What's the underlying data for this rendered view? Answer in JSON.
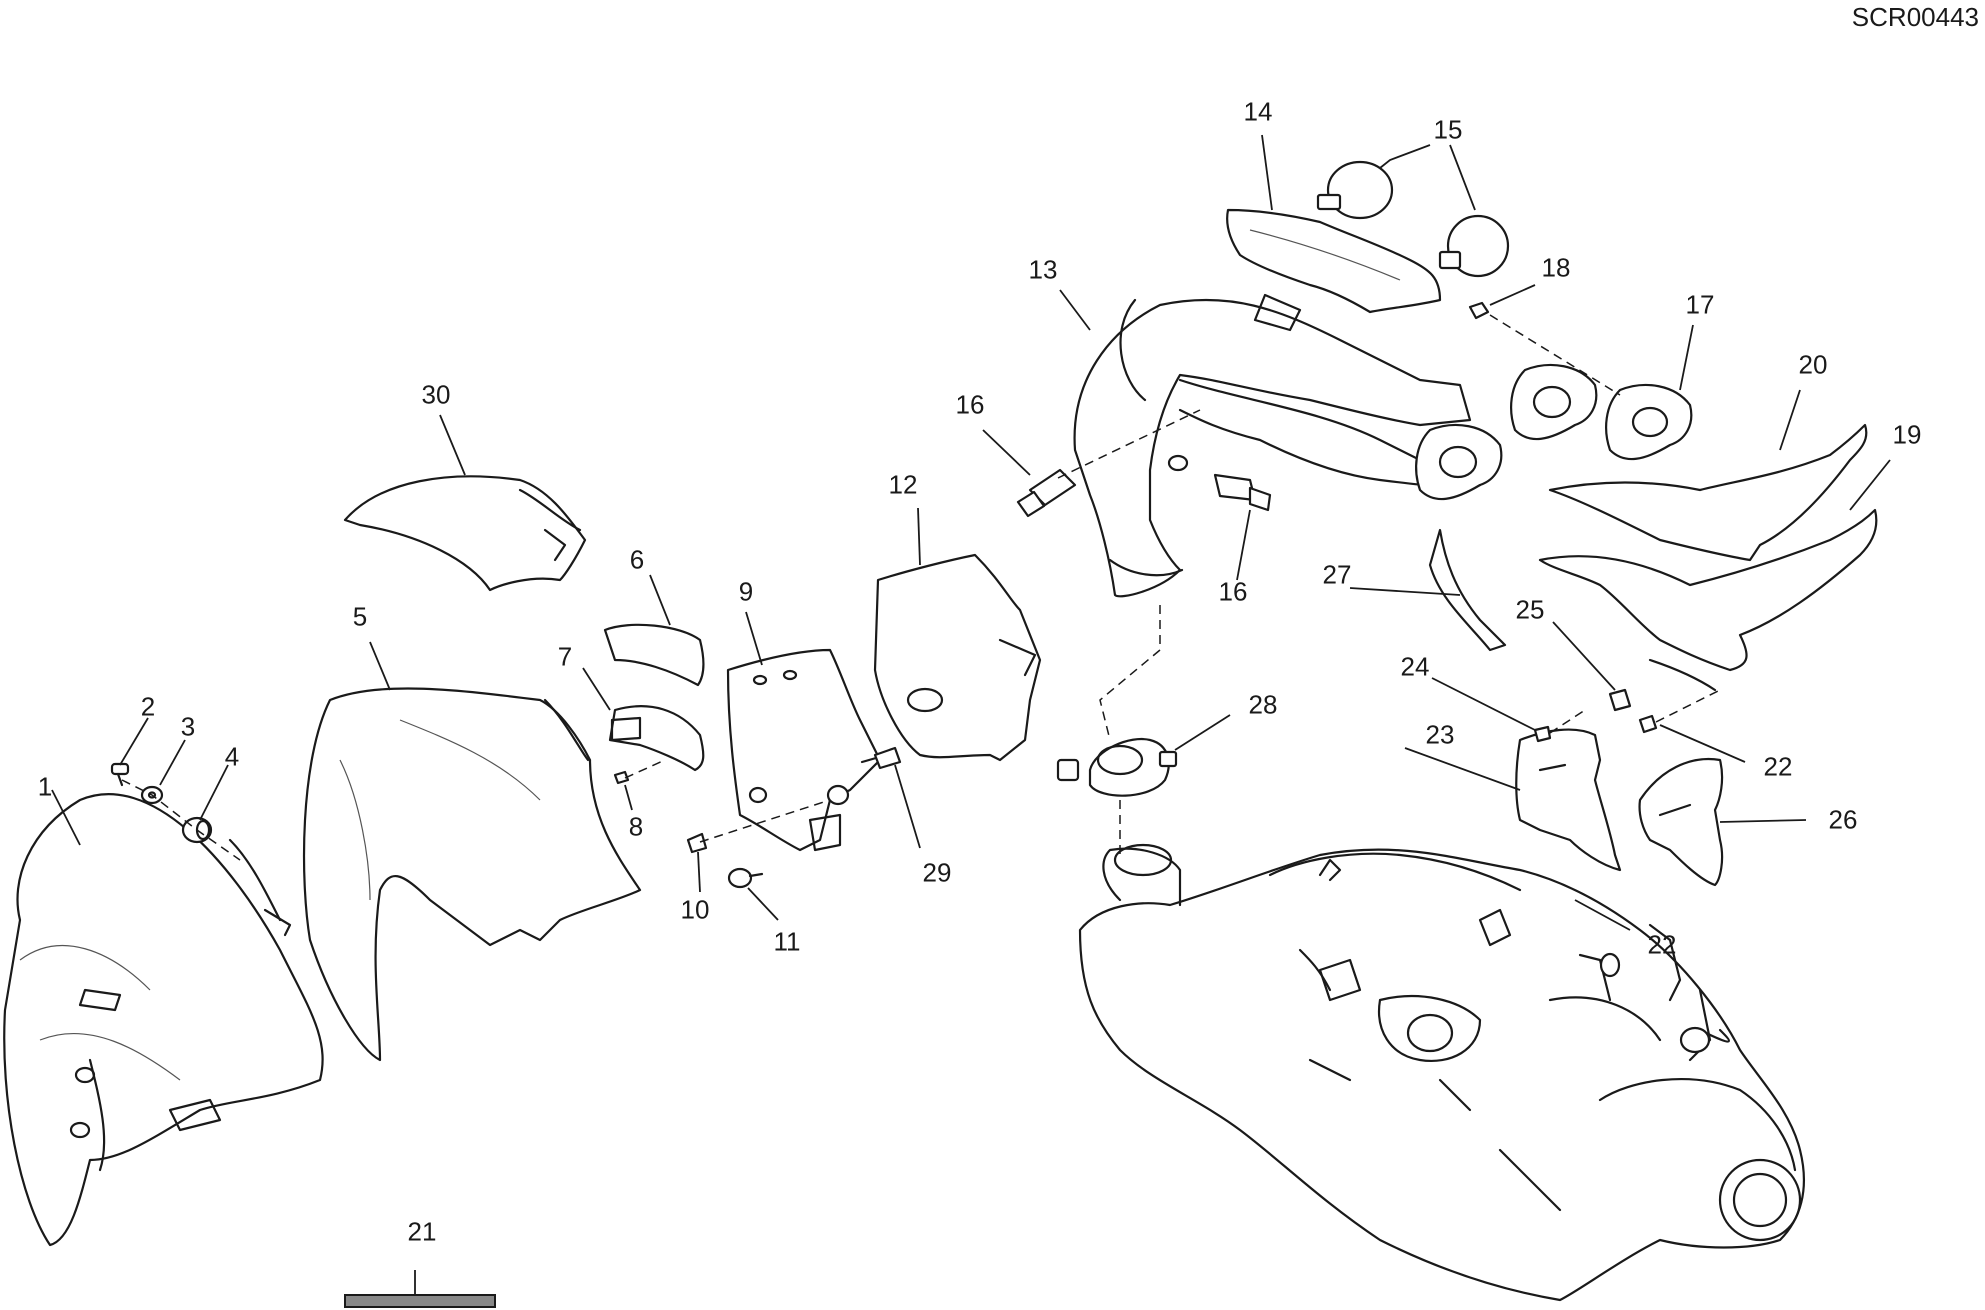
{
  "drawing_code": "SCR00443",
  "labels": {
    "p1": "1",
    "p2": "2",
    "p3": "3",
    "p4": "4",
    "p5": "5",
    "p6": "6",
    "p7": "7",
    "p8": "8",
    "p9": "9",
    "p10": "10",
    "p11": "11",
    "p12": "12",
    "p13": "13",
    "p14": "14",
    "p15": "15",
    "p16a": "16",
    "p16b": "16",
    "p17": "17",
    "p18": "18",
    "p19": "19",
    "p20": "20",
    "p21": "21",
    "p22a": "22",
    "p22b": "22",
    "p23": "23",
    "p24": "24",
    "p25": "25",
    "p26": "26",
    "p27": "27",
    "p28": "28",
    "p29": "29",
    "p30": "30"
  }
}
